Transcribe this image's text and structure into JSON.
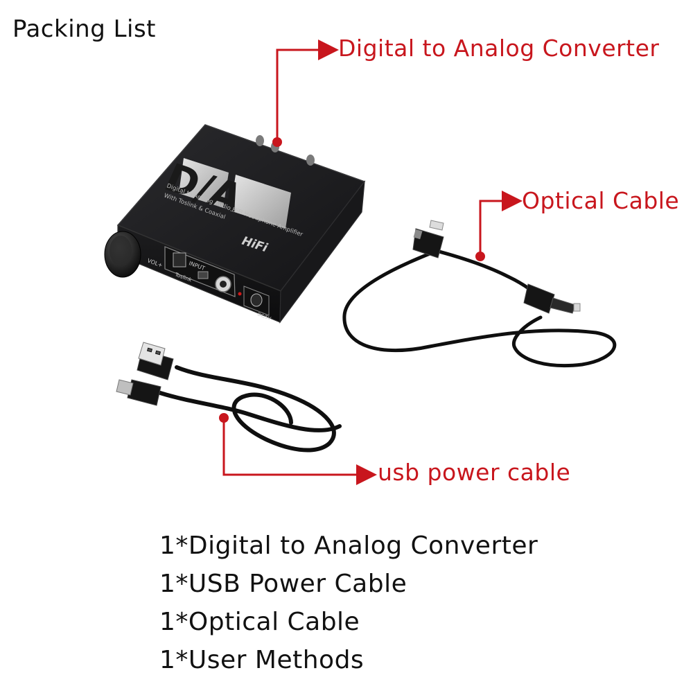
{
  "header": {
    "title": "Packing List"
  },
  "callouts": {
    "converter": "Digital to Analog Converter",
    "optical": "Optical Cable",
    "usb": "usb power cable"
  },
  "device": {
    "logo": "D/A",
    "hifi": "HiFi",
    "description_line1": "Digital to Analog Audio HiFi Headphone Amplifier",
    "description_line2": "With Toslink & Coaxial",
    "label_vol": "VOL+",
    "label_input": "INPUT",
    "label_toslink": "Toslink",
    "label_dc": "DC/5V"
  },
  "packing_list": [
    "1*Digital to Analog Converter",
    "1*USB Power Cable",
    "1*Optical Cable",
    "1*User Methods"
  ],
  "colors": {
    "accent_red": "#c8161d",
    "device_body": "#1c1c1e",
    "cable": "#0f0f0f"
  }
}
